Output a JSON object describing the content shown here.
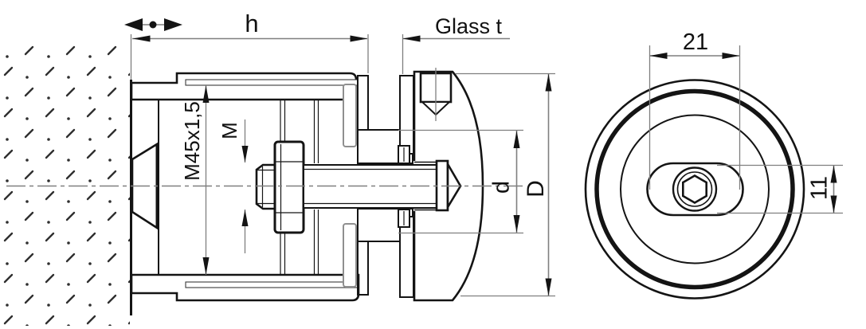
{
  "drawing": {
    "type": "engineering-section-drawing",
    "dimensions": {
      "h": "h",
      "glass_thickness": "Glass t",
      "body_thread": "M45x1,5",
      "bolt_thread": "M",
      "inner_diameter": "d",
      "outer_diameter": "D",
      "slot_width": "21",
      "slot_height": "11"
    },
    "icons": {
      "adjustability": "horizontal-double-arrow-with-dot"
    },
    "colors": {
      "line": "#141414",
      "dimension": "#7f7f7f",
      "text": "#111111",
      "background": "#ffffff",
      "washer": "#8f8f8f",
      "wall_texture": "#2f2f2f"
    }
  }
}
